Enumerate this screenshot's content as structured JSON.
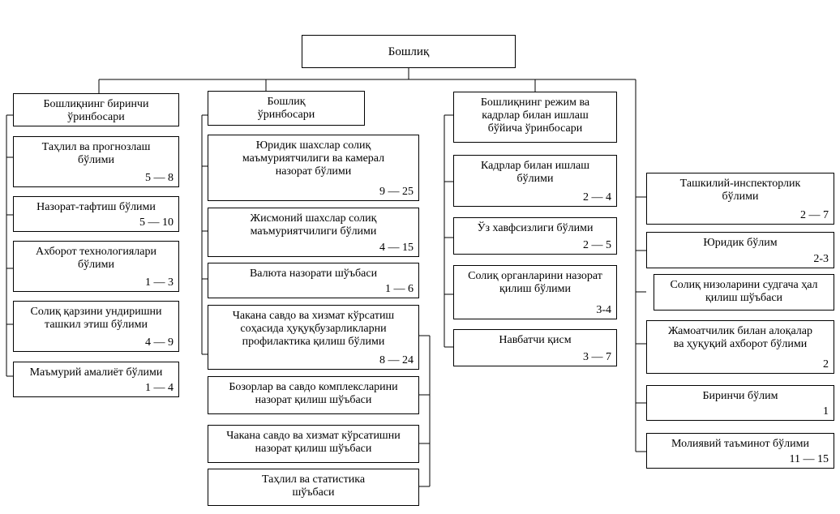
{
  "head": {
    "title": "Бошлиқ"
  },
  "columns": [
    {
      "header": "Бошлиқнинг биринчи\nўринбосари",
      "units": [
        {
          "name": "Таҳлил ва прогнозлаш\nбўлими",
          "staff": "5 — 8"
        },
        {
          "name": "Назорат-тафтиш бўлими",
          "staff": "5 — 10"
        },
        {
          "name": "Ахборот технологиялари\nбўлими",
          "staff": "1 — 3"
        },
        {
          "name": "Солиқ қарзини ундиришни\nташкил этиш бўлими",
          "staff": "4 — 9"
        },
        {
          "name": "Маъмурий амалиёт бўлими",
          "staff": "1 — 4"
        }
      ]
    },
    {
      "header": "Бошлиқ\nўринбосари",
      "units": [
        {
          "name": "Юридик шахслар солиқ\nмаъмуриятчилиги ва камерал\nназорат бўлими",
          "staff": "9 — 25"
        },
        {
          "name": "Жисмоний шахслар солиқ\nмаъмуриятчилиги бўлими",
          "staff": "4 — 15"
        },
        {
          "name": "Валюта назорати шўъбаси",
          "staff": "1 — 6"
        },
        {
          "name": "Чакана савдо ва хизмат кўрсатиш\nсоҳасида ҳуқуқбузарликларни\nпрофилактика қилиш бўлими",
          "staff": "8 — 24"
        },
        {
          "name": "Бозорлар ва савдо комплексларини\nназорат қилиш шўъбаси",
          "staff": ""
        },
        {
          "name": "Чакана савдо ва хизмат кўрсатишни\nназорат қилиш шўъбаси",
          "staff": ""
        },
        {
          "name": "Таҳлил ва статистика\nшўъбаси",
          "staff": ""
        }
      ]
    },
    {
      "header": "Бошлиқнинг режим ва\nкадрлар билан ишлаш\nбўйича ўринбосари",
      "units": [
        {
          "name": "Кадрлар билан ишлаш\nбўлими",
          "staff": "2 — 4"
        },
        {
          "name": "Ўз хавфсизлиги бўлими",
          "staff": "2 — 5"
        },
        {
          "name": "Солиқ органларини назорат\nқилиш бўлими",
          "staff": "3-4"
        },
        {
          "name": "Навбатчи қисм",
          "staff": "3 — 7"
        }
      ]
    },
    {
      "header": "",
      "units": [
        {
          "name": "Ташкилий-инспекторлик\nбўлими",
          "staff": "2 — 7"
        },
        {
          "name": "Юридик бўлим",
          "staff": "2-3"
        },
        {
          "name": "Солиқ низоларини судгача ҳал\nқилиш шўъбаси",
          "staff": ""
        },
        {
          "name": "Жамоатчилик билан алоқалар\nва ҳуқуқий ахборот бўлими",
          "staff": "2"
        },
        {
          "name": "Биринчи бўлим",
          "staff": "1"
        },
        {
          "name": "Молиявий таъминот бўлими",
          "staff": "11 — 15"
        }
      ]
    }
  ]
}
